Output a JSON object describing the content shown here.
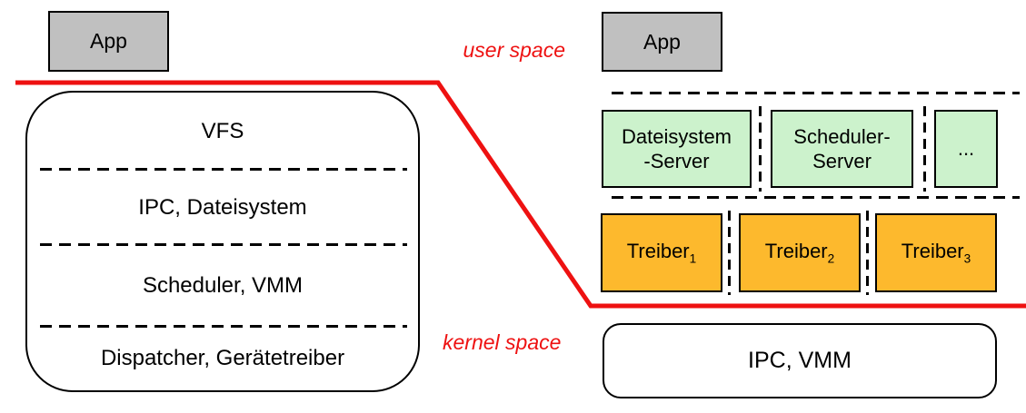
{
  "diagram": {
    "labels": {
      "user_space": "user space",
      "kernel_space": "kernel space"
    },
    "left": {
      "app_label": "App",
      "kernel_layers": [
        "VFS",
        "IPC, Dateisystem",
        "Scheduler, VMM",
        "Dispatcher, Gerätetreiber"
      ]
    },
    "right": {
      "app_label": "App",
      "servers": [
        {
          "line1": "Dateisystem",
          "line2": "-Server"
        },
        {
          "line1": "Scheduler-",
          "line2": "Server"
        },
        {
          "line1": "...",
          "line2": ""
        }
      ],
      "drivers": [
        {
          "base": "Treiber",
          "sub": "1"
        },
        {
          "base": "Treiber",
          "sub": "2"
        },
        {
          "base": "Treiber",
          "sub": "3"
        }
      ],
      "kernel_label": "IPC, VMM"
    },
    "colors": {
      "app_fill": "#c0c0c0",
      "server_fill": "#ccf2cc",
      "driver_fill": "#fdb92d",
      "boundary_red": "#ee1111"
    }
  }
}
